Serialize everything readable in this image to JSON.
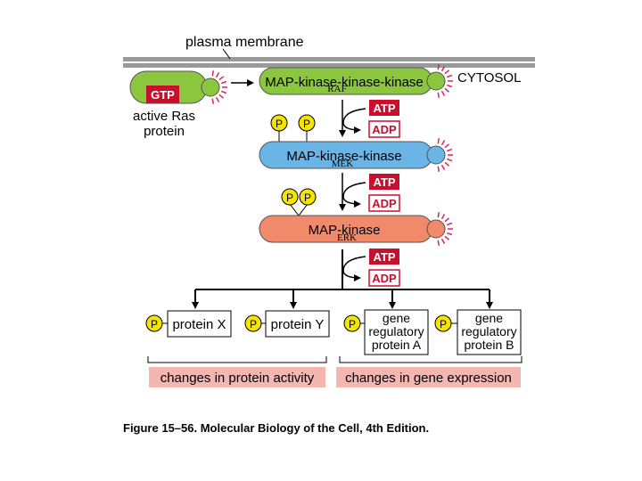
{
  "membrane_label": "plasma membrane",
  "cytosol_label": "CYTOSOL",
  "ras": {
    "tag": "GTP",
    "label_line1": "active Ras",
    "label_line2": "protein"
  },
  "kinases": [
    {
      "label": "MAP-kinase-kinase-kinase",
      "alias": "RAF",
      "color": "#8cc63f"
    },
    {
      "label": "MAP-kinase-kinase",
      "alias": "MEK",
      "color": "#6ab4e6"
    },
    {
      "label": "MAP-kinase",
      "alias": "ERK",
      "color": "#f08a6a"
    }
  ],
  "atp_label": "ATP",
  "adp_label": "ADP",
  "phosphate_label": "P",
  "targets": {
    "protein_x": "protein X",
    "protein_y": "protein Y",
    "gene_a": [
      "gene",
      "regulatory",
      "protein A"
    ],
    "gene_b": [
      "gene",
      "regulatory",
      "protein B"
    ]
  },
  "outcomes": {
    "left": "changes in protein activity",
    "right": "changes in gene expression"
  },
  "caption": "Figure 15–56. Molecular Biology of the Cell, 4th Edition.",
  "colors": {
    "membrane": "#9a9a9a",
    "atp_fill": "#c8102e",
    "phosphate": "#f5e400",
    "outcome_bar": "#f4b6b0",
    "glow": "#d8245a"
  }
}
